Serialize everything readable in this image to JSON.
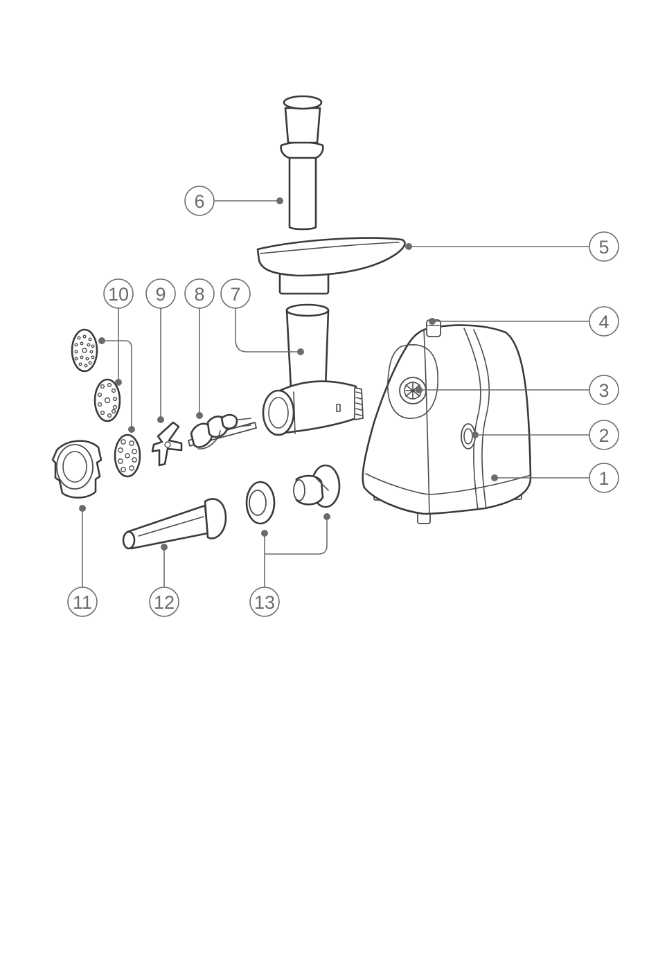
{
  "diagram": {
    "callouts": [
      {
        "id": "c1",
        "label": "1"
      },
      {
        "id": "c2",
        "label": "2"
      },
      {
        "id": "c3",
        "label": "3"
      },
      {
        "id": "c4",
        "label": "4"
      },
      {
        "id": "c5",
        "label": "5"
      },
      {
        "id": "c6",
        "label": "6"
      },
      {
        "id": "c7",
        "label": "7"
      },
      {
        "id": "c8",
        "label": "8"
      },
      {
        "id": "c9",
        "label": "9"
      },
      {
        "id": "c10",
        "label": "10"
      },
      {
        "id": "c11",
        "label": "11"
      },
      {
        "id": "c12",
        "label": "12"
      },
      {
        "id": "c13",
        "label": "13"
      }
    ],
    "colors": {
      "line": "#3a3a3a",
      "callout": "#6b6b6b",
      "background": "#ffffff"
    }
  }
}
